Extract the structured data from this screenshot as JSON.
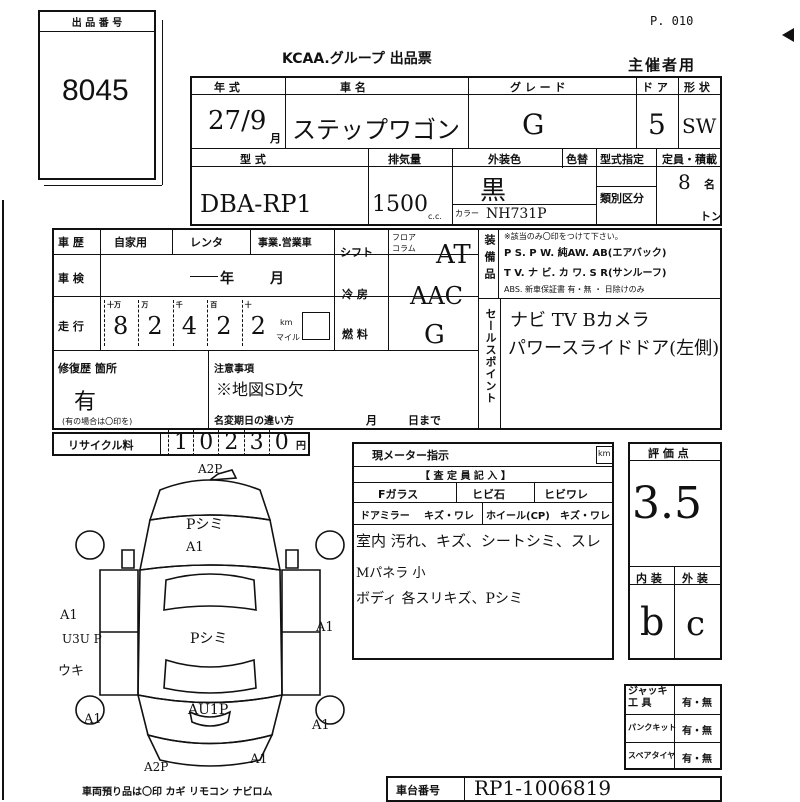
{
  "header": {
    "lot_label": "出 品 番 号",
    "lot_number": "8045",
    "page_no": "P. 010",
    "form_title": "KCAA.グループ 出品票",
    "copy_label": "主催者用"
  },
  "vehicle": {
    "year_label": "年 式",
    "year_value": "27/9",
    "year_suffix": "月",
    "name_label": "車 名",
    "name_value": "ステップワゴン",
    "grade_label": "グ レ ー ド",
    "grade_value": "G",
    "doors_label": "ド ア",
    "doors_value": "5",
    "body_label": "形 状",
    "body_value": "SW",
    "model_label": "型 式",
    "model_value": "DBA-RP1",
    "displacement_label": "排気量",
    "displacement_value": "1500",
    "displacement_unit": "c.c.",
    "exterior_color_label": "外装色",
    "exterior_color_value": "黒",
    "color_code_label": "カラー",
    "color_code_value": "NH731P",
    "color_no_label": "色替",
    "first_reg_label": "型式指定",
    "category_label": "類別区分",
    "capacity_label": "定員・積載",
    "capacity_value": "8",
    "capacity_unit": "名",
    "load_unit": "トン"
  },
  "usage": {
    "vehicle_hist_label": "車 歴",
    "usage_private": "自家用",
    "usage_rental": "レンタ",
    "usage_business": "事業.営業車",
    "inspection_label": "車 検",
    "inspection_year": "年",
    "inspection_month": "月",
    "mileage_label": "走 行",
    "mileage_digits": [
      "8",
      "2",
      "4",
      "2",
      "2"
    ],
    "mileage_units": [
      "十万",
      "万",
      "千",
      "百",
      "十"
    ],
    "mileage_unit_km": "km",
    "mileage_unit_mile": "マイル",
    "shift_label": "シフト",
    "shift_options": "フロア コラム",
    "shift_value": "AT",
    "ac_label": "冷 房",
    "ac_value": "AAC",
    "fuel_label": "燃 料",
    "fuel_value": "G"
  },
  "equipment": {
    "label": "装 備 品",
    "header_note": "※該当のみ〇印をつけて下さい。",
    "line1": "P S. P W. 純AW. AB(エアバック)",
    "line2": "T V. ナ ビ. カ ワ. S R(サンルーフ)",
    "line3": "ABS. 新車保証書 有・無 ・ 日除けのみ"
  },
  "sales_point": {
    "label": "セールスポイント",
    "line1": "ナビ TV Bカメラ",
    "line2": "パワースライドドア(左側)"
  },
  "repair": {
    "label": "修復歴 箇所",
    "value": "有",
    "note": "(有の場合は〇印を)",
    "caution_label": "注意事項",
    "caution_value": "※地図SD欠",
    "name_change_label": "名変期日の違い方",
    "name_change_month": "月",
    "name_change_day": "日まで"
  },
  "recycle": {
    "label": "リサイクル料",
    "value": "10230",
    "unit": "円"
  },
  "meter": {
    "label": "現メーター指示",
    "unit": "km"
  },
  "inspector": {
    "header": "【 査 定 員 記 入 】",
    "glass_label": "Fガラス",
    "chip_label": "ヒビ石",
    "crack_label": "ヒビワレ",
    "mirror_label": "ドアミラー",
    "mirror_opt": "キズ・ワレ",
    "wheel_label": "ホイール(CP)",
    "wheel_opt": "キズ・ワレ",
    "note1": "室内 汚れ、キズ、シートシミ、スレ",
    "note2": "Mパネラ 小",
    "note3": "ボディ 各スリキズ、Pシミ"
  },
  "score": {
    "label": "評 価 点",
    "value": "3.5",
    "interior_label": "内 装",
    "exterior_label": "外 装",
    "interior_value": "b",
    "exterior_value": "c"
  },
  "tools": {
    "jack_label": "ジャッキ 工 具",
    "jack_value": "有・無",
    "puncture_label": "パンクキット",
    "puncture_value": "有・無",
    "spare_label": "スペアタイヤ",
    "spare_value": "有・無"
  },
  "chassis": {
    "label": "車台番号",
    "value": "RP1-1006819"
  },
  "footer": {
    "note": "車両預り品は〇印 カギ リモコン ナビロム"
  },
  "diagram_marks": {
    "front_top": "A2P",
    "hood": "Pシミ",
    "hood_a1": "A1",
    "roof": "Pシミ",
    "left_a1": "A1",
    "left_u": "U3U P",
    "left_w": "ウキ",
    "right_a1": "A1",
    "rear": "AU1P",
    "rear_left": "A1",
    "rear_right": "A1",
    "bottom": "A2P",
    "bottom_right": "A1"
  }
}
